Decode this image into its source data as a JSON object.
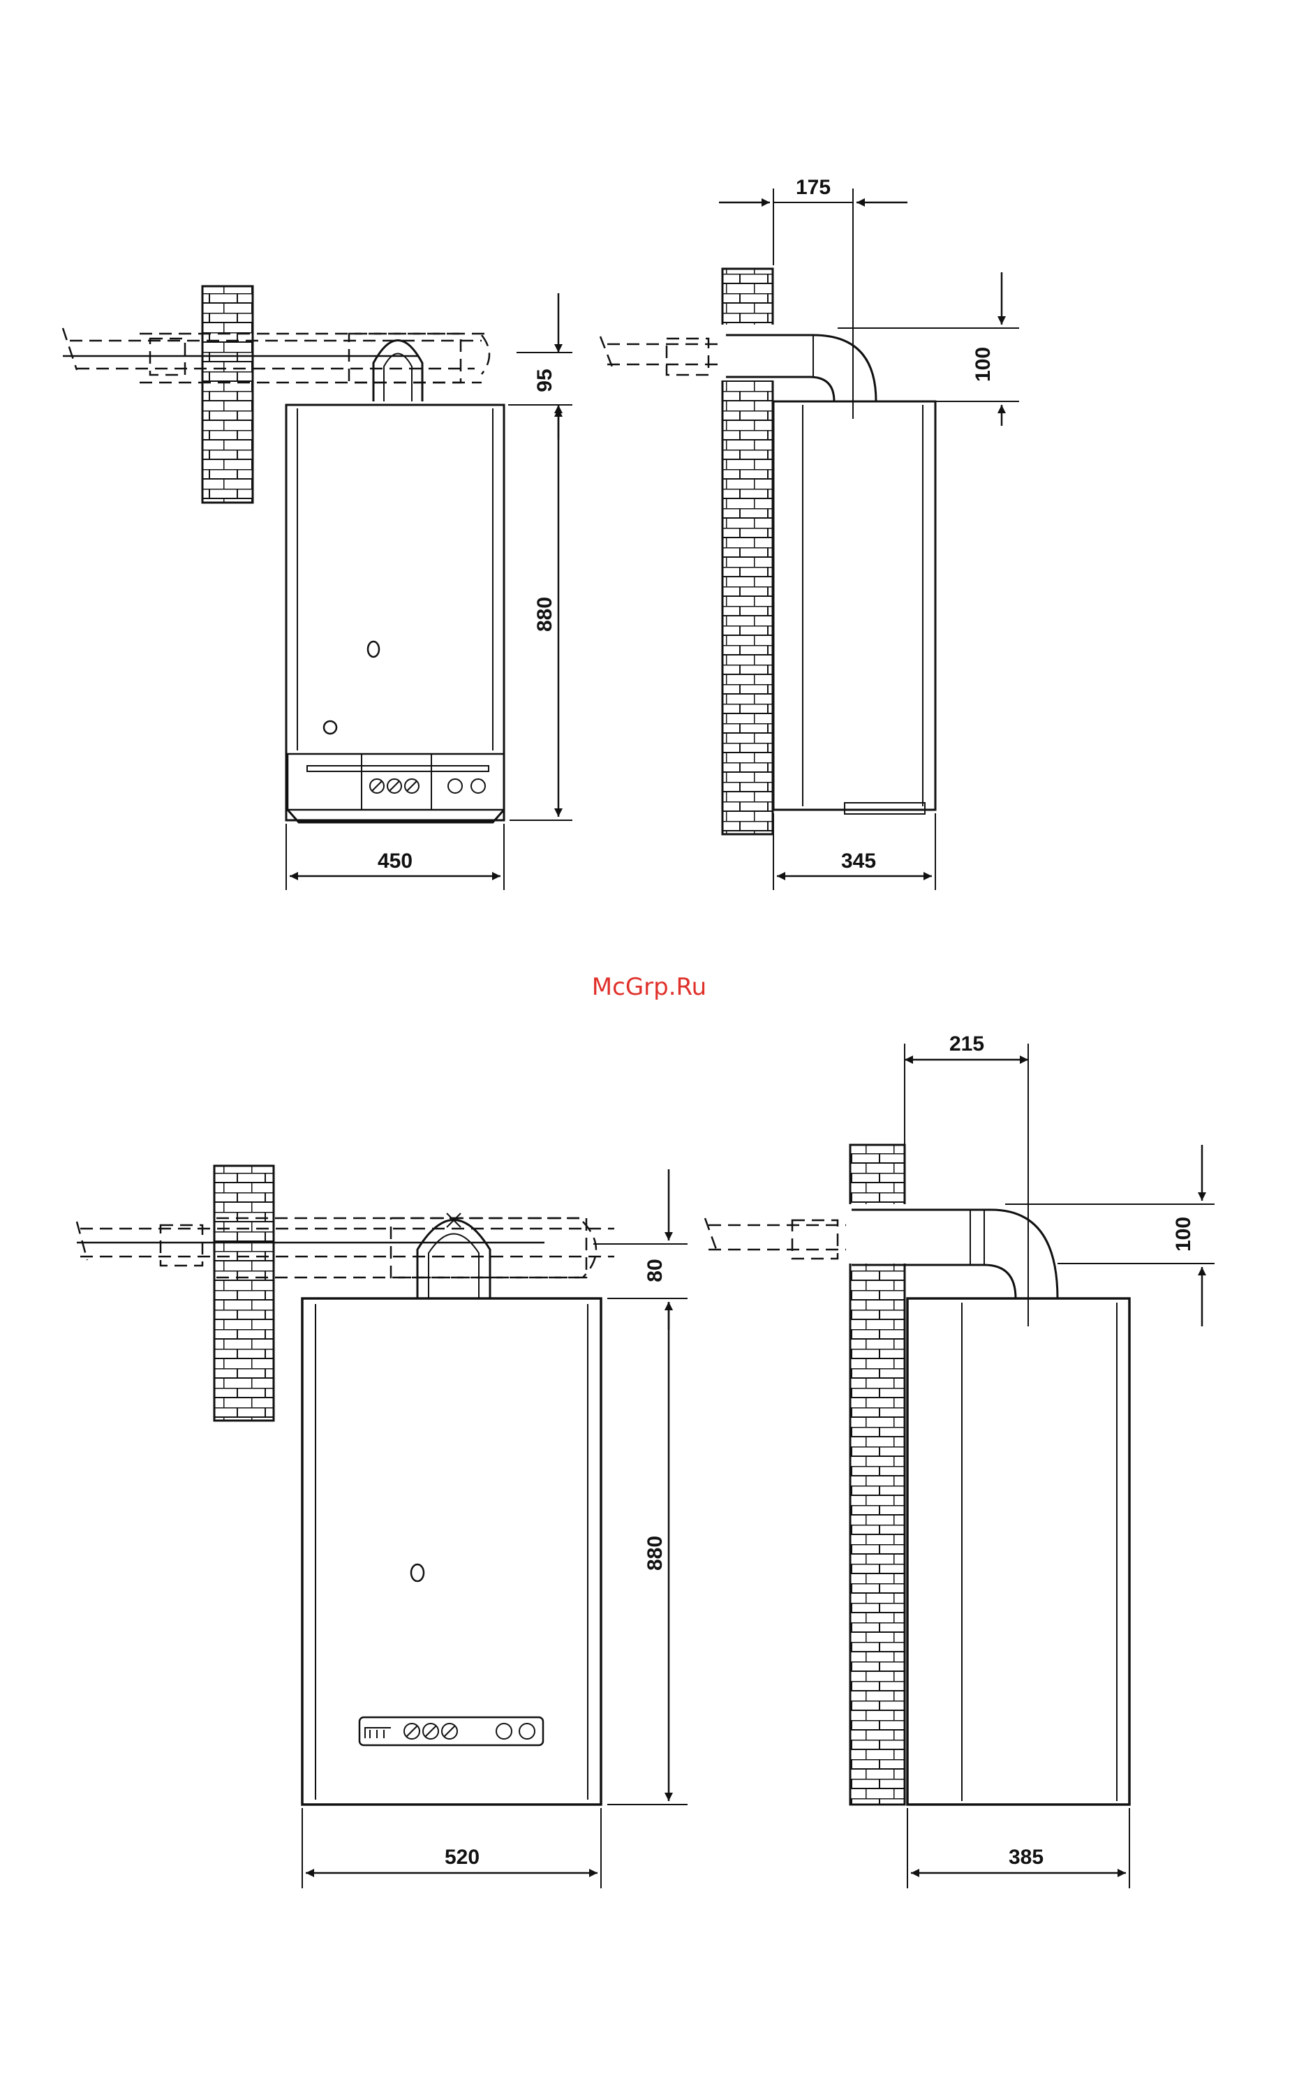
{
  "watermark": {
    "text": "McGrp.Ru",
    "color": "#e0302a"
  },
  "colors": {
    "ink": "#111111",
    "paper": "#ffffff"
  },
  "views": {
    "top_front": {
      "dims": {
        "width": "450",
        "height": "880",
        "top_gap": "95"
      }
    },
    "top_side": {
      "dims": {
        "depth": "345",
        "flue_offset": "175",
        "flue_rise": "100"
      }
    },
    "bottom_front": {
      "dims": {
        "width": "520",
        "height": "880",
        "top_gap": "80"
      }
    },
    "bottom_side": {
      "dims": {
        "depth": "385",
        "flue_offset": "215",
        "flue_rise": "100"
      }
    }
  }
}
